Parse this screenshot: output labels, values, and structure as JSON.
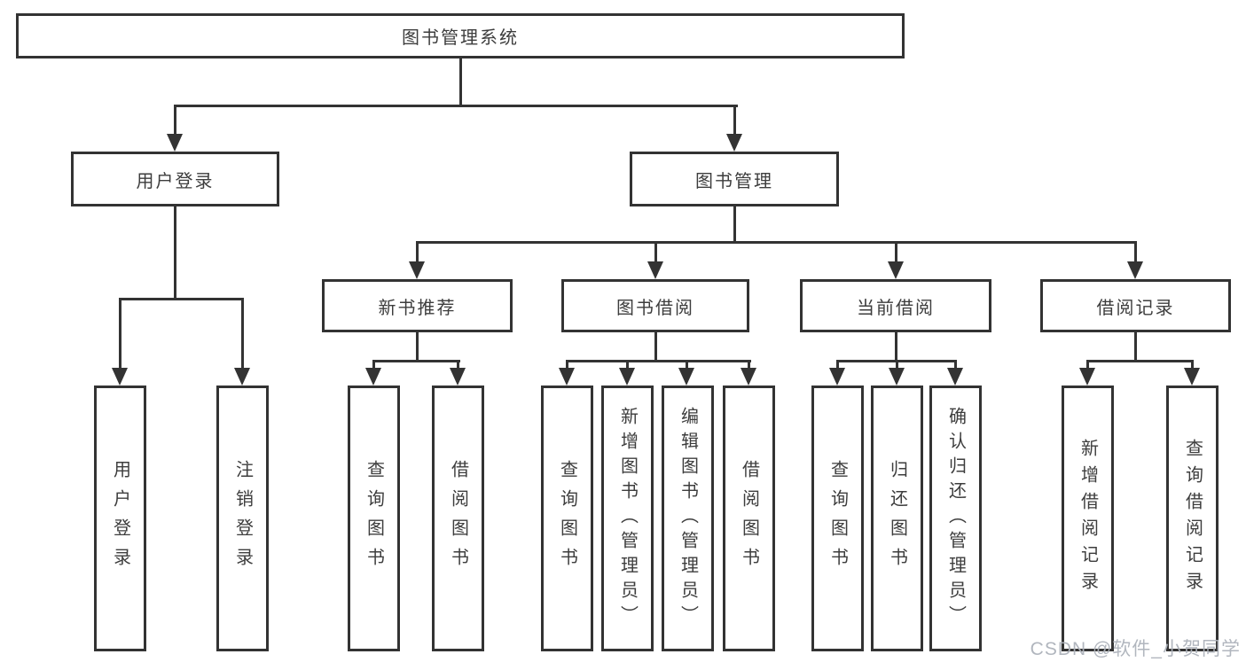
{
  "diagram": {
    "title": "图书管理系统",
    "nodes": {
      "root": {
        "label": "图书管理系统"
      },
      "user_login": {
        "label": "用户登录"
      },
      "book_mgmt": {
        "label": "图书管理"
      },
      "new_books": {
        "label": "新书推荐"
      },
      "book_borrow": {
        "label": "图书借阅"
      },
      "current_borrow": {
        "label": "当前借阅"
      },
      "borrow_records": {
        "label": "借阅记录"
      },
      "leaf_user_login": {
        "label": "用户登录"
      },
      "leaf_logout": {
        "label": "注销登录"
      },
      "leaf_nb_query": {
        "label": "查询图书"
      },
      "leaf_nb_borrow": {
        "label": "借阅图书"
      },
      "leaf_bb_query": {
        "label": "查询图书"
      },
      "leaf_bb_add": {
        "label": "新增图书（管理员）"
      },
      "leaf_bb_edit": {
        "label": "编辑图书（管理员）"
      },
      "leaf_bb_borrow": {
        "label": "借阅图书"
      },
      "leaf_cb_query": {
        "label": "查询图书"
      },
      "leaf_cb_return": {
        "label": "归还图书"
      },
      "leaf_cb_confirm": {
        "label": "确认归还（管理员）"
      },
      "leaf_br_add": {
        "label": "新增借阅记录"
      },
      "leaf_br_query": {
        "label": "查询借阅记录"
      }
    },
    "tree": [
      {
        "parent": "图书管理系统",
        "children": [
          "用户登录",
          "图书管理"
        ]
      },
      {
        "parent": "用户登录",
        "children": [
          "用户登录",
          "注销登录"
        ]
      },
      {
        "parent": "图书管理",
        "children": [
          "新书推荐",
          "图书借阅",
          "当前借阅",
          "借阅记录"
        ]
      },
      {
        "parent": "新书推荐",
        "children": [
          "查询图书",
          "借阅图书"
        ]
      },
      {
        "parent": "图书借阅",
        "children": [
          "查询图书",
          "新增图书（管理员）",
          "编辑图书（管理员）",
          "借阅图书"
        ]
      },
      {
        "parent": "当前借阅",
        "children": [
          "查询图书",
          "归还图书",
          "确认归还（管理员）"
        ]
      },
      {
        "parent": "借阅记录",
        "children": [
          "新增借阅记录",
          "查询借阅记录"
        ]
      }
    ],
    "colors": {
      "line": "#333333",
      "text": "#3d3d3d",
      "background": "#ffffff",
      "watermark": "#adb2ba"
    }
  },
  "watermark": {
    "text": "CSDN @软件_小贺同学"
  }
}
